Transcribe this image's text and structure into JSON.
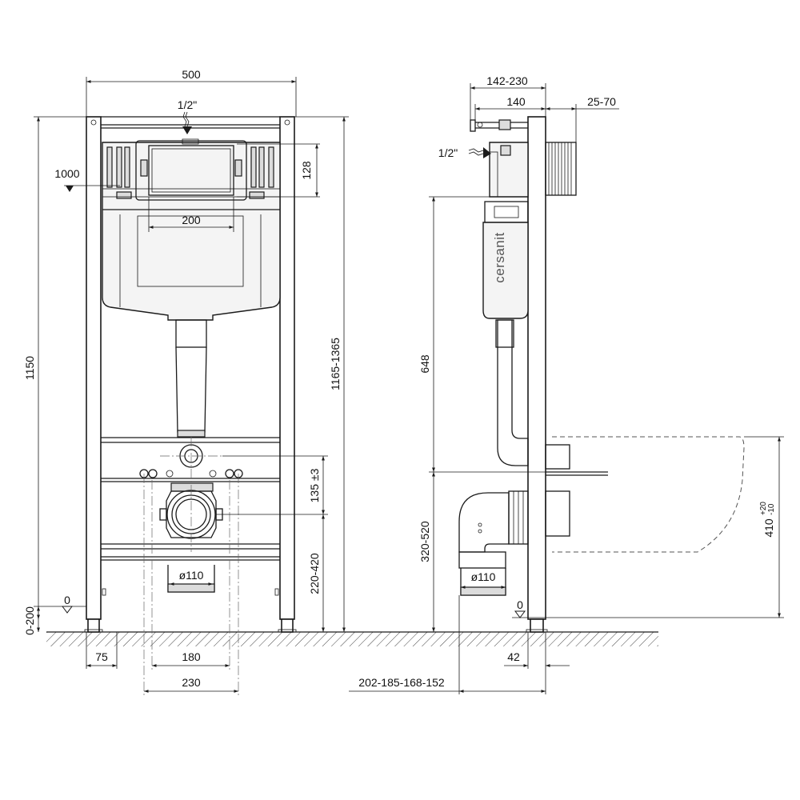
{
  "front_view": {
    "width_label": "500",
    "water_inlet_label": "1/2\"",
    "inlet_height_label": "1000",
    "button_width_label": "200",
    "button_height_label": "128",
    "frame_height_label": "1150",
    "total_height_label": "1165-1365",
    "bolt_spacing_label": "135 ±3",
    "outlet_height_label": "220-420",
    "outlet_diameter_label": "ø110",
    "zero_label": "0",
    "leg_range_label": "0-200",
    "foot_width_label": "75",
    "bolt_distance_label": "180",
    "fixing_distance_label": "230"
  },
  "side_view": {
    "depth_label": "142-230",
    "depth_fixed_label": "140",
    "wall_offset_label": "25-70",
    "water_inlet_label": "1/2\"",
    "brand_label": "cersanit",
    "button_height_label": "648",
    "outlet_range_label": "320-520",
    "outlet_diameter_label": "ø110",
    "zero_label": "0",
    "leg_offset_label": "42",
    "projection_label": "202-185-168-152",
    "bowl_height_label": "410",
    "bowl_tol_upper": "+20",
    "bowl_tol_lower": "-10"
  }
}
